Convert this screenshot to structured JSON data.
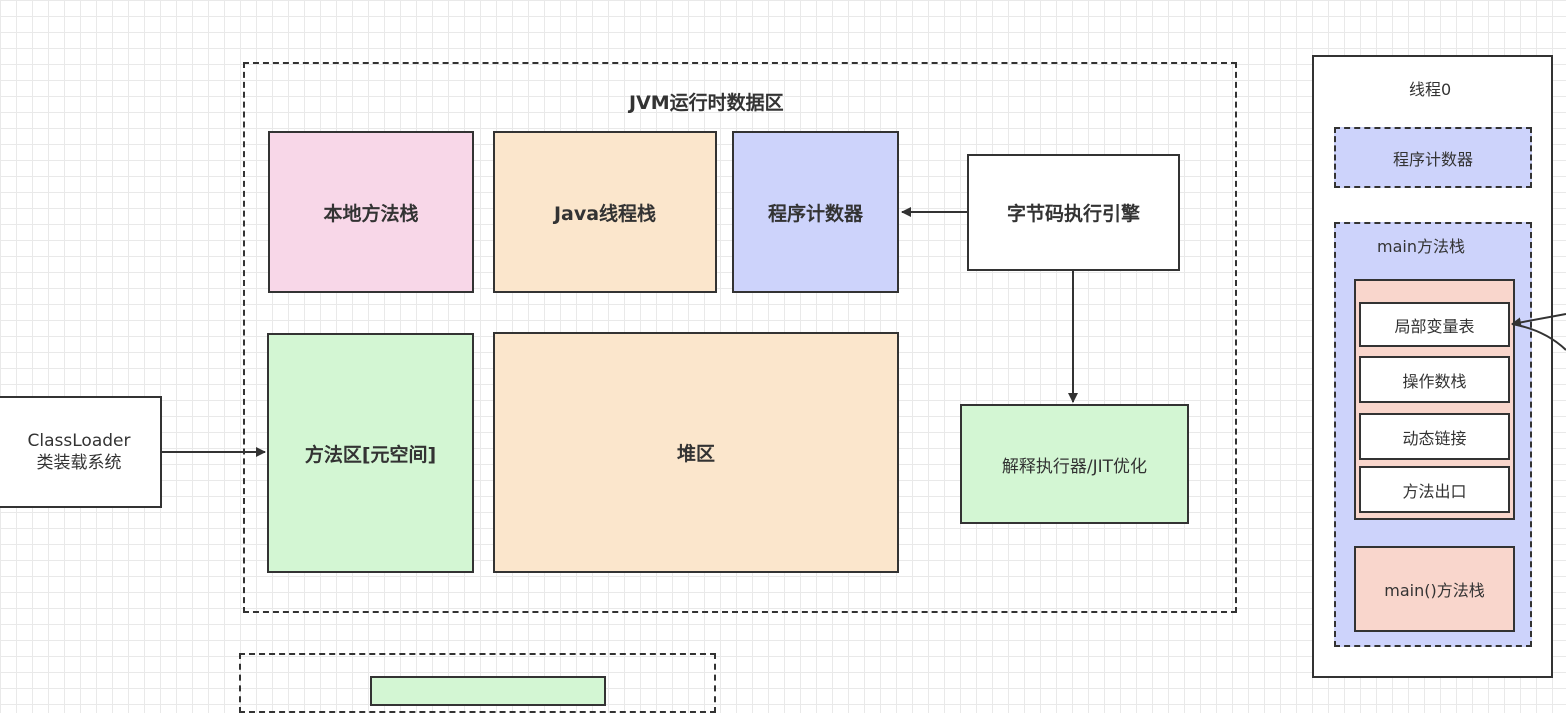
{
  "jvm_area": {
    "title": "JVM运行时数据区",
    "native_stack": "本地方法栈",
    "java_stack": "Java线程栈",
    "pc_register": "程序计数器",
    "method_area": "方法区[元空间]",
    "heap": "堆区"
  },
  "execution_engine": "字节码执行引擎",
  "interpreter": "解释执行器/JIT优化",
  "classloader": {
    "line1": "ClassLoader",
    "line2": "类装载系统"
  },
  "thread_panel": {
    "title": "线程0",
    "pc_register": "程序计数器",
    "main_stack_title": "main方法栈",
    "frame_items": [
      "局部变量表",
      "操作数栈",
      "动态链接",
      "方法出口"
    ],
    "main_frame": "main()方法栈"
  },
  "colors": {
    "pink": "#f8d7e8",
    "orange": "#fbe6cc",
    "blue": "#cdd3fb",
    "green": "#d3f6d3",
    "salmon": "#f9d6cc"
  }
}
